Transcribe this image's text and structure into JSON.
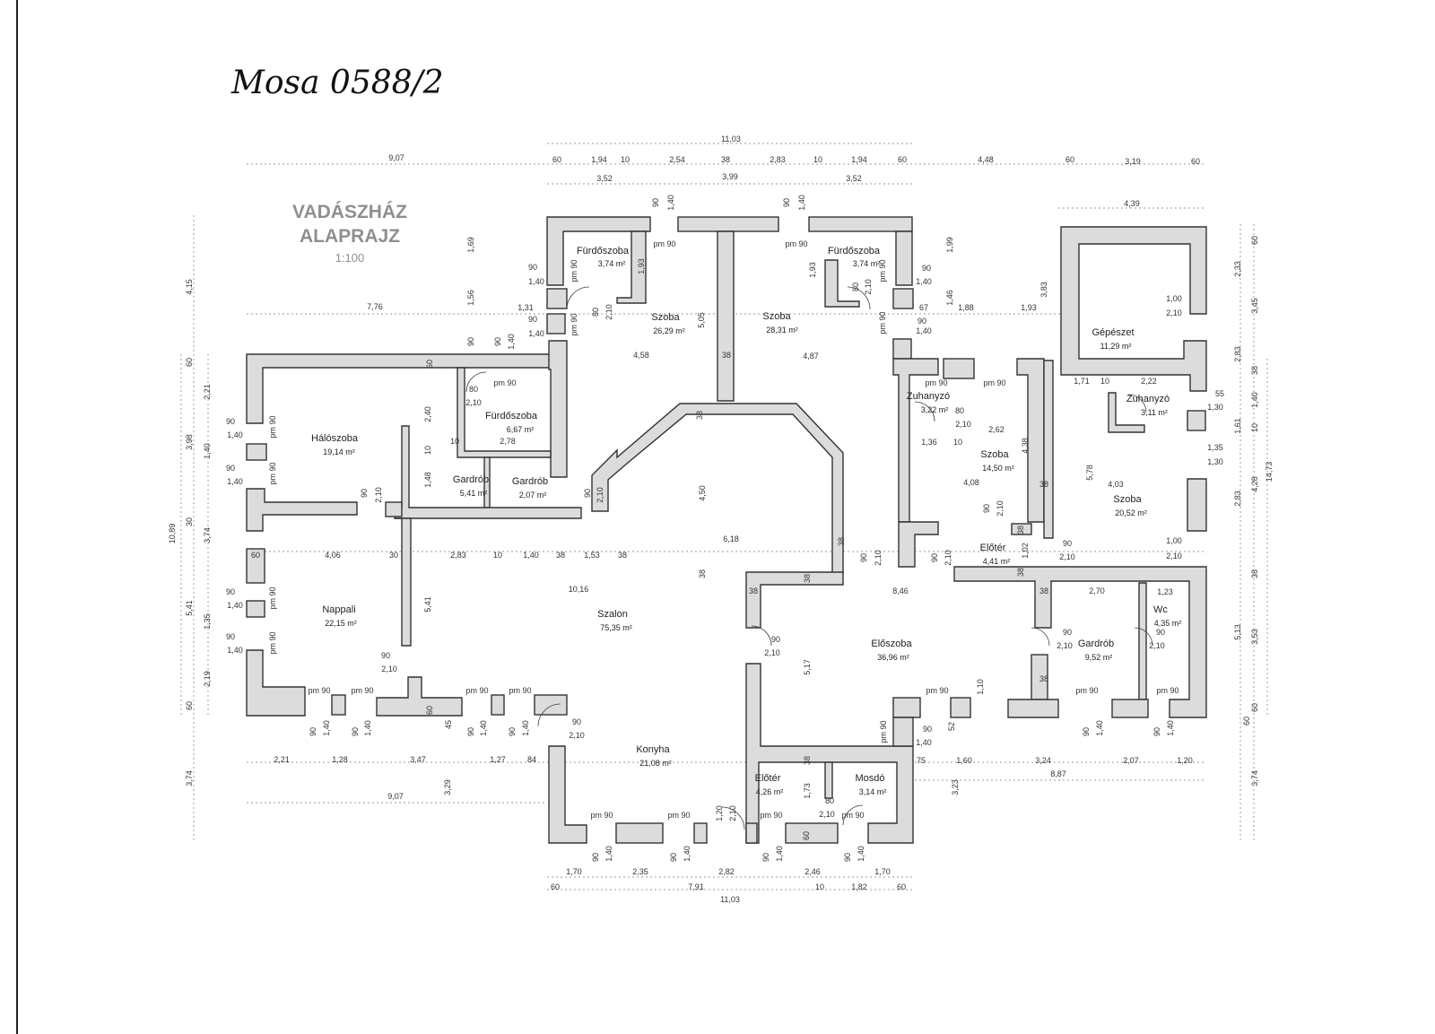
{
  "handwriting": "Mosa 0588/2",
  "title": {
    "line1": "VADÁSZHÁZ",
    "line2": "ALAPRAJZ",
    "scale": "1:100"
  },
  "rooms": {
    "furdo1": {
      "name": "Fürdőszoba",
      "area": "3,74 m²"
    },
    "furdo2": {
      "name": "Fürdőszoba",
      "area": "3,74 m²"
    },
    "szoba1": {
      "name": "Szoba",
      "area": "26,29 m²"
    },
    "szoba2": {
      "name": "Szoba",
      "area": "28,31 m²"
    },
    "gepeszet": {
      "name": "Gépészet",
      "area": "11,29 m²"
    },
    "halo": {
      "name": "Hálószoba",
      "area": "19,14 m²"
    },
    "furdo3": {
      "name": "Fürdőszoba",
      "area": "6,67 m²"
    },
    "gardrob1": {
      "name": "Gardrób",
      "area": "5,41 m²"
    },
    "gardrob2": {
      "name": "Gardrób",
      "area": "2,07 m²"
    },
    "zuhany1": {
      "name": "Zuhanyzó",
      "area": "3,22 m²"
    },
    "zuhany2": {
      "name": "Zuhanyzó",
      "area": "3,11 m²"
    },
    "szoba3": {
      "name": "Szoba",
      "area": "14,50 m²"
    },
    "szoba4": {
      "name": "Szoba",
      "area": "20,52 m²"
    },
    "eloter1": {
      "name": "Előtér",
      "area": "4,41 m²"
    },
    "nappali": {
      "name": "Nappali",
      "area": "22,15 m²"
    },
    "szalon": {
      "name": "Szalon",
      "area": "75,35 m²"
    },
    "eloszoba": {
      "name": "Előszoba",
      "area": "36,96 m²"
    },
    "gardrob3": {
      "name": "Gardrób",
      "area": "9,52 m²"
    },
    "wc": {
      "name": "Wc",
      "area": "4,35 m²"
    },
    "konyha": {
      "name": "Konyha",
      "area": "21,08 m²"
    },
    "eloter2": {
      "name": "Előtér",
      "area": "4,26 m²"
    },
    "mosdo": {
      "name": "Mosdó",
      "area": "3,14 m²"
    }
  },
  "dims": {
    "top_total": "11,03",
    "top_left": "9,07",
    "top_segments": [
      "60",
      "1,94",
      "10",
      "2,54",
      "38",
      "2,83",
      "10",
      "1,94",
      "60"
    ],
    "top_sub": [
      "3,52",
      "3,99",
      "3,52"
    ],
    "top_right": [
      "4,48",
      "60",
      "3,19",
      "60"
    ],
    "gep_width": "4,39",
    "row_776": "7,76",
    "row_131": "1,31",
    "row_458": "4,58",
    "row_487": "4,87",
    "row_188": "1,88",
    "row_193": "1,93",
    "mid_row": [
      "60",
      "4,06",
      "30",
      "2,83",
      "10",
      "1,40",
      "38",
      "1,53",
      "38"
    ],
    "szalon_w": "10,16",
    "szalon_618": "6,18",
    "e846": "8,46",
    "bot_left": [
      "2,21",
      "1,28",
      "3,47",
      "1,27",
      "84"
    ],
    "bot_907": "9,07",
    "bot_right": [
      "75",
      "1,60",
      "3,24",
      "2,07",
      "1,20"
    ],
    "bot_887": "8,87",
    "very_bot": [
      "1,70",
      "2,35",
      "2,82",
      "2,46",
      "1,70"
    ],
    "very_bot2": [
      "60",
      "7,91",
      "10",
      "1,82",
      "60"
    ],
    "very_bot_total": "11,03",
    "left_vert": [
      "4,15",
      "60",
      "2,21",
      "3,98",
      "1,40",
      "3,74",
      "30",
      "5,41",
      "1,35",
      "2,19",
      "60",
      "3,74"
    ],
    "left_total": "10,89",
    "right_vert": [
      "60",
      "2,33",
      "3,45",
      "2,83",
      "38",
      "1,40",
      "1,61",
      "10",
      "2,83",
      "4,28",
      "38",
      "5,13",
      "3,53",
      "60",
      "3,74"
    ],
    "right_total": "14,73",
    "v169": "1,69",
    "v156": "1,56",
    "v199": "1,99",
    "v146": "1,46",
    "v383": "3,83",
    "v193": "1,93",
    "v505": "5,05",
    "v450": "4,50",
    "v517": "5,17",
    "v541": "5,41",
    "v148": "1,48",
    "v240": "2,40",
    "v438": "4,38",
    "v578": "5,78",
    "v329": "3,29",
    "v323": "3,23",
    "v173": "1,73",
    "r100a": "1,00",
    "r210a": "2,10",
    "r171": "1,71",
    "r222": "2,22",
    "r262": "2,62",
    "r136": "1,36",
    "r408": "4,08",
    "r403": "4,03",
    "r270": "2,70",
    "r123": "1,23",
    "r278": "2,78",
    "r100b": "1,00",
    "r102": "1,02",
    "r55": "55",
    "r130": "1,30",
    "r135": "1,35",
    "r67": "67",
    "r52": "52",
    "r45": "45",
    "r110": "1,10"
  },
  "openings": {
    "pm90": "pm 90",
    "w90": "90",
    "w140": "1,40",
    "w80": "80",
    "w210": "2,10",
    "w10": "10",
    "w60": "60",
    "w38": "38",
    "w120": "1,20"
  }
}
